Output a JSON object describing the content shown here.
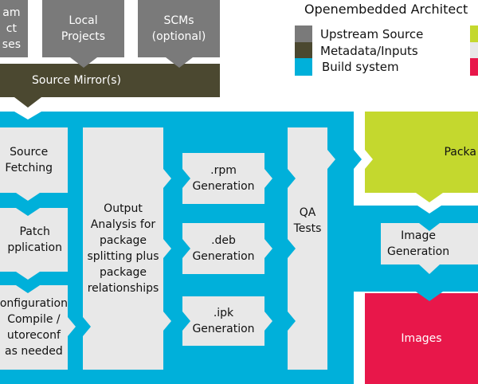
{
  "title": "Openembedded Architect",
  "legend": [
    {
      "label": "Upstream Source",
      "color": "#7a7a7a"
    },
    {
      "label": "Metadata/Inputs",
      "color": "#4b4830"
    },
    {
      "label": "Build system",
      "color": "#00b0da"
    }
  ],
  "legend_extra_colors": [
    "#c4d82e",
    "#e8e8e8",
    "#e8174a"
  ],
  "upstream": {
    "left_partial": "am\nct\nses",
    "local_projects": "Local\nProjects",
    "scms": "SCMs\n(optional)"
  },
  "source_mirror": "Source Mirror(s)",
  "steps": {
    "source_fetching": "Source\nFetching",
    "patch_application": "Patch\npplication",
    "configure": "onfiguration\nCompile /\nutoreconf\nas needed",
    "output_analysis": "Output\nAnalysis for\npackage\nsplitting plus\npackage\nrelationships",
    "rpm": ".rpm\nGeneration",
    "deb": ".deb\nGeneration",
    "ipk": ".ipk\nGeneration",
    "qa": "QA\nTests",
    "image_generation": "Image\nGeneration"
  },
  "outputs": {
    "packages": "Packa",
    "images": "Images"
  },
  "colors": {
    "upstream": "#7a7a7a",
    "metadata": "#4b4830",
    "build": "#00b0da",
    "step": "#e8e8e8",
    "package_feeds": "#c4d82e",
    "images": "#e8174a"
  }
}
